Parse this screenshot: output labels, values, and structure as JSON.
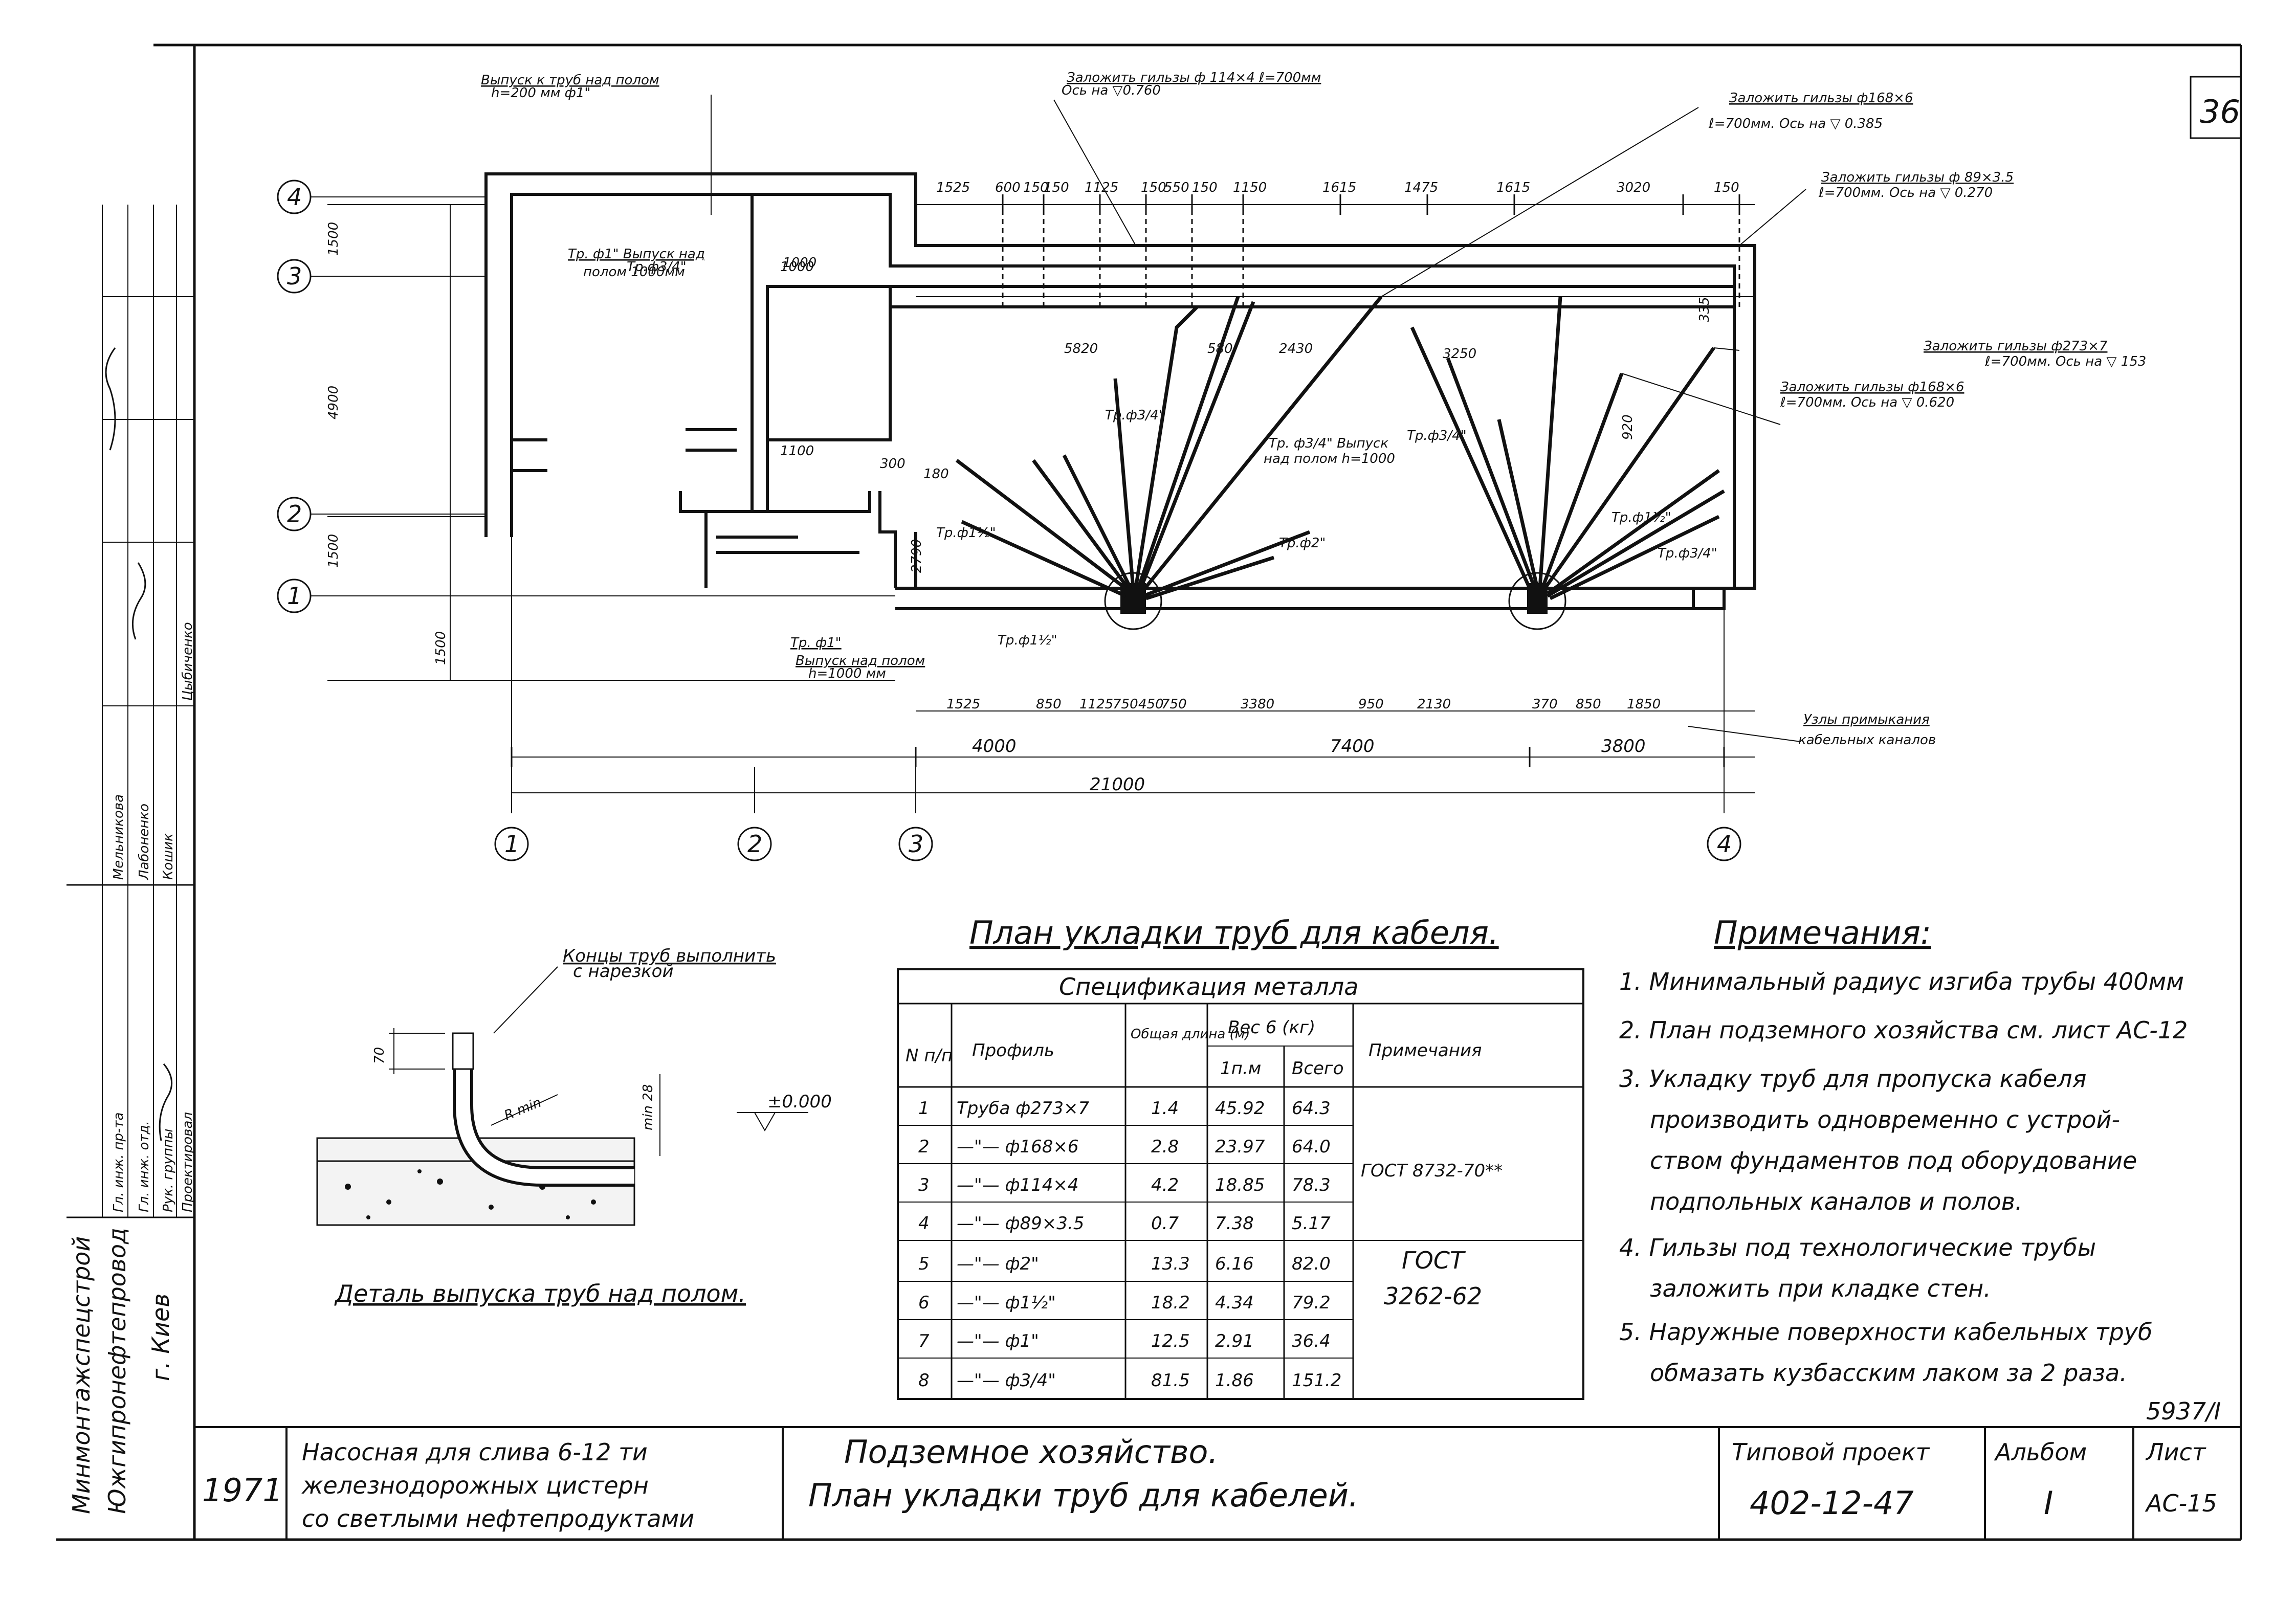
{
  "sheet_number": "36",
  "revision": "5937/I",
  "plan_title": "План укладки труб для кабеля.",
  "axes": {
    "bottom": [
      "1",
      "2",
      "3",
      "4"
    ],
    "left": [
      "4",
      "3",
      "2",
      "1"
    ]
  },
  "callouts": [
    "Выпуск к труб над полом",
    "h=200 мм ф1\"",
    "Заложить гильзы ф 114×4 ℓ=700мм",
    "Ось на ▽0.760",
    "Заложить гильзы ф168×6",
    "ℓ=700мм. Ось на ▽ 0.385",
    "Заложить гильзы ф 89×3.5",
    "ℓ=700мм. Ось на ▽ 0.270",
    "Заложить гильзы ф273×7",
    "ℓ=700мм. Ось на ▽ 153",
    "Заложить гильзы ф168×6",
    "ℓ=700мм. Ось на ▽ 0.620",
    "Тр. ф1\" Выпуск над",
    "полом 1000мм",
    "Тр. ф3/4\" Выпуск",
    "над полом h=1000",
    "Тр. ф1\"",
    "Выпуск над полом",
    "h=1000 мм",
    "Узлы примыкания",
    "кабельных каналов",
    "Тр.ф3/4\"",
    "Тр.ф1½\"",
    "Тр.ф1½\"",
    "Тр.ф2\"",
    "Тр.ф3/4\"",
    "Тр.ф1½\"",
    "Тр.ф3/4\"",
    "Тр.ф3/4\""
  ],
  "dimensions": {
    "top": [
      "1525",
      "600",
      "150",
      "150",
      "1125",
      "150",
      "550",
      "150",
      "1150",
      "1615",
      "1475",
      "1615",
      "3020",
      "150"
    ],
    "bottom_row1": [
      "1525",
      "850",
      "1125",
      "750",
      "450",
      "750",
      "3380",
      "950",
      "2130",
      "370",
      "850",
      "1850"
    ],
    "bottom_row2": [
      "4000",
      "7400",
      "3800"
    ],
    "overall": "21000",
    "left": [
      "1500",
      "4900",
      "1500",
      "1500"
    ],
    "interior": [
      "1000",
      "1100",
      "5820",
      "580",
      "2430",
      "3250",
      "300",
      "180",
      "2790",
      "1000",
      "920",
      "335"
    ]
  },
  "detail": {
    "title": "Деталь выпуска труб над полом.",
    "note": "Концы труб выполнить",
    "note2": "с нарезкой",
    "level": "±0.000",
    "dim": "70",
    "radius_label": "R min",
    "dim2": "min 28"
  },
  "spec": {
    "title": "Спецификация металла",
    "headers": {
      "n": "N п/п",
      "profile": "Профиль",
      "length": "Общая длина (м)",
      "weight": "Вес 6 (кг)",
      "per_m": "1п.м",
      "total": "Всего",
      "notes": "Примечания"
    },
    "rows": [
      {
        "n": "1",
        "profile": "Труба ф273×7",
        "length": "1.4",
        "per_m": "45.92",
        "total": "64.3"
      },
      {
        "n": "2",
        "profile": "—\"— ф168×6",
        "length": "2.8",
        "per_m": "23.97",
        "total": "64.0"
      },
      {
        "n": "3",
        "profile": "—\"— ф114×4",
        "length": "4.2",
        "per_m": "18.85",
        "total": "78.3"
      },
      {
        "n": "4",
        "profile": "—\"— ф89×3.5",
        "length": "0.7",
        "per_m": "7.38",
        "total": "5.17"
      },
      {
        "n": "5",
        "profile": "—\"— ф2\"",
        "length": "13.3",
        "per_m": "6.16",
        "total": "82.0"
      },
      {
        "n": "6",
        "profile": "—\"— ф1½\"",
        "length": "18.2",
        "per_m": "4.34",
        "total": "79.2"
      },
      {
        "n": "7",
        "profile": "—\"— ф1\"",
        "length": "12.5",
        "per_m": "2.91",
        "total": "36.4"
      },
      {
        "n": "8",
        "profile": "—\"— ф3/4\"",
        "length": "81.5",
        "per_m": "1.86",
        "total": "151.2"
      }
    ],
    "note_group1": "ГОСТ 8732-70**",
    "note_group2a": "ГОСТ",
    "note_group2b": "3262-62"
  },
  "notes": {
    "title": "Примечания:",
    "items": [
      "1. Минимальный радиус изгиба трубы 400мм",
      "2. План подземного хозяйства см. лист АС-12",
      "3. Укладку труб для пропуска кабеля",
      "производить одновременно с устрой-",
      "ством фундаментов под оборудование",
      "подпольных каналов и полов.",
      "4. Гильзы под технологические трубы",
      "заложить при кладке стен.",
      "5. Наружные поверхности кабельных труб",
      "обмазать кузбасским лаком за 2 раза."
    ]
  },
  "title_block": {
    "year": "1971",
    "object_lines": [
      "Насосная для слива 6-12 ти",
      "железнодорожных цистерн",
      "со светлыми нефтепродуктами"
    ],
    "sheet_lines": [
      "Подземное хозяйство.",
      "План укладки труб для кабелей."
    ],
    "project_label": "Типовой проект",
    "project_number": "402-12-47",
    "album_label": "Альбом",
    "album_value": "I",
    "sheet_label": "Лист",
    "sheet_value": "АС-15"
  },
  "side_block": {
    "org": [
      "Минмонтажспецстрой",
      "Южгипронефтепровод",
      "г. Киев"
    ],
    "roles": [
      "Гл. инж. пр-та",
      "Гл. инж. отд.",
      "Рук. группы",
      "Проектировал"
    ],
    "names": [
      "Цыбиченко",
      "Кошик",
      "Лабоненко",
      "Мельникова"
    ]
  }
}
